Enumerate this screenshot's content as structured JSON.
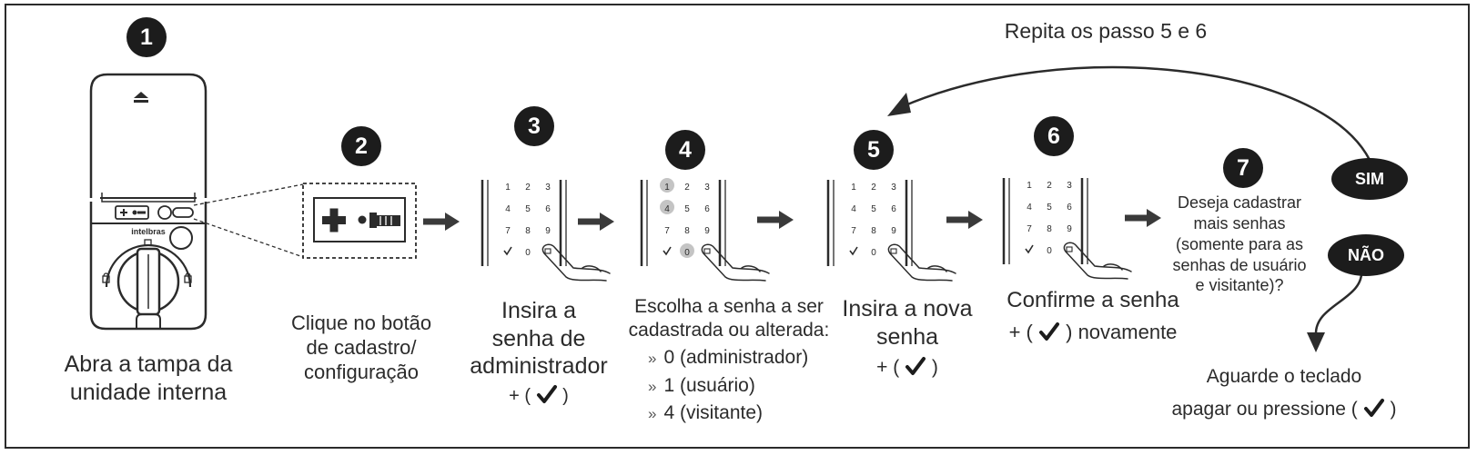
{
  "loop_label": "Repita os passo 5 e 6",
  "brand": "intelbras",
  "steps": [
    {
      "n": "1",
      "caption": [
        "Abra a tampa da",
        "unidade interna"
      ]
    },
    {
      "n": "2",
      "caption": [
        "Clique no botão",
        "de cadastro/",
        "configuração"
      ]
    },
    {
      "n": "3",
      "caption": [
        "Insira a",
        "senha de",
        "administrador"
      ],
      "plus_open": "+ (",
      "plus_close": ")"
    },
    {
      "n": "4",
      "caption": [
        "Escolha a senha a ser",
        "cadastrada ou alterada:"
      ],
      "option_marker": "»",
      "options": [
        "0 (administrador)",
        "1 (usuário)",
        "4 (visitante)"
      ]
    },
    {
      "n": "5",
      "caption": [
        "Insira a nova",
        "senha"
      ],
      "plus_open": "+ (",
      "plus_close": ")"
    },
    {
      "n": "6",
      "caption": [
        "Confirme a senha"
      ],
      "plus_open": "+ (",
      "plus_close": ") novamente"
    },
    {
      "n": "7",
      "caption": [
        "Deseja cadastrar",
        "mais senhas",
        "(somente para as",
        "senhas de usuário",
        "e visitante)?"
      ]
    }
  ],
  "yes_label": "SIM",
  "no_label": "NÃO",
  "final": {
    "line1": "Aguarde o teclado",
    "line2_open": "apagar ou pressione (",
    "line2_close": ")"
  },
  "keypad": [
    "1",
    "2",
    "3",
    "4",
    "5",
    "6",
    "7",
    "8",
    "9",
    "✓",
    "0",
    "🔒"
  ],
  "colors": {
    "ink": "#1c1c1c",
    "arrow": "#3a3a3a",
    "highlight": "#c4c4c4"
  }
}
